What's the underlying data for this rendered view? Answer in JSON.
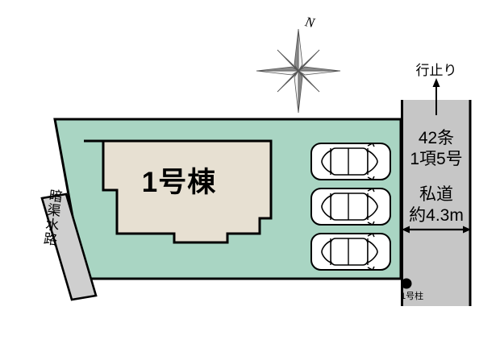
{
  "plan": {
    "type": "site-plan",
    "building": {
      "label": "1号棟",
      "fill_color": "#e7e0d2",
      "stroke_color": "#000000"
    },
    "land": {
      "fill_color": "#a9d5c3",
      "stroke_color": "#000000"
    },
    "waterway": {
      "label": "暗渠水路",
      "fill_color": "#cfcfcf",
      "stroke_color": "#000000"
    },
    "road": {
      "article_line1": "42条",
      "article_line2": "1項5号",
      "type_label": "私道",
      "width_label": "約4.3m",
      "dead_end_label": "行止り",
      "fill_color": "#c6c6c6",
      "stroke_color": "#000000"
    },
    "pole": {
      "label": "1号柱",
      "marker": "filled-circle"
    },
    "compass": {
      "north_label": "N",
      "icon": "compass-rose-icon",
      "fill_color": "#6e6e6e"
    },
    "parking": {
      "icon": "car-top-view-icon",
      "count": 3,
      "stalls": [
        {
          "id": "stall-1"
        },
        {
          "id": "stall-2"
        },
        {
          "id": "stall-3"
        }
      ]
    }
  }
}
